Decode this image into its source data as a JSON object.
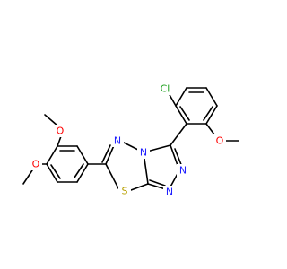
{
  "molecule": {
    "atoms": {
      "cl": {
        "label": "Cl",
        "color": "#1fa01f"
      },
      "o_top_left": {
        "label": "O",
        "color": "#ff0000"
      },
      "o_mid_left": {
        "label": "O",
        "color": "#ff0000"
      },
      "o_right": {
        "label": "O",
        "color": "#ff0000"
      },
      "n_imine": {
        "label": "N",
        "color": "#2020ff"
      },
      "n_bridge": {
        "label": "N",
        "color": "#2020ff"
      },
      "n_right": {
        "label": "N",
        "color": "#2020ff"
      },
      "n_bottom": {
        "label": "N",
        "color": "#2020ff"
      },
      "s_ring": {
        "label": "S",
        "color": "#b8a000"
      }
    },
    "bond_color": "#000000"
  }
}
